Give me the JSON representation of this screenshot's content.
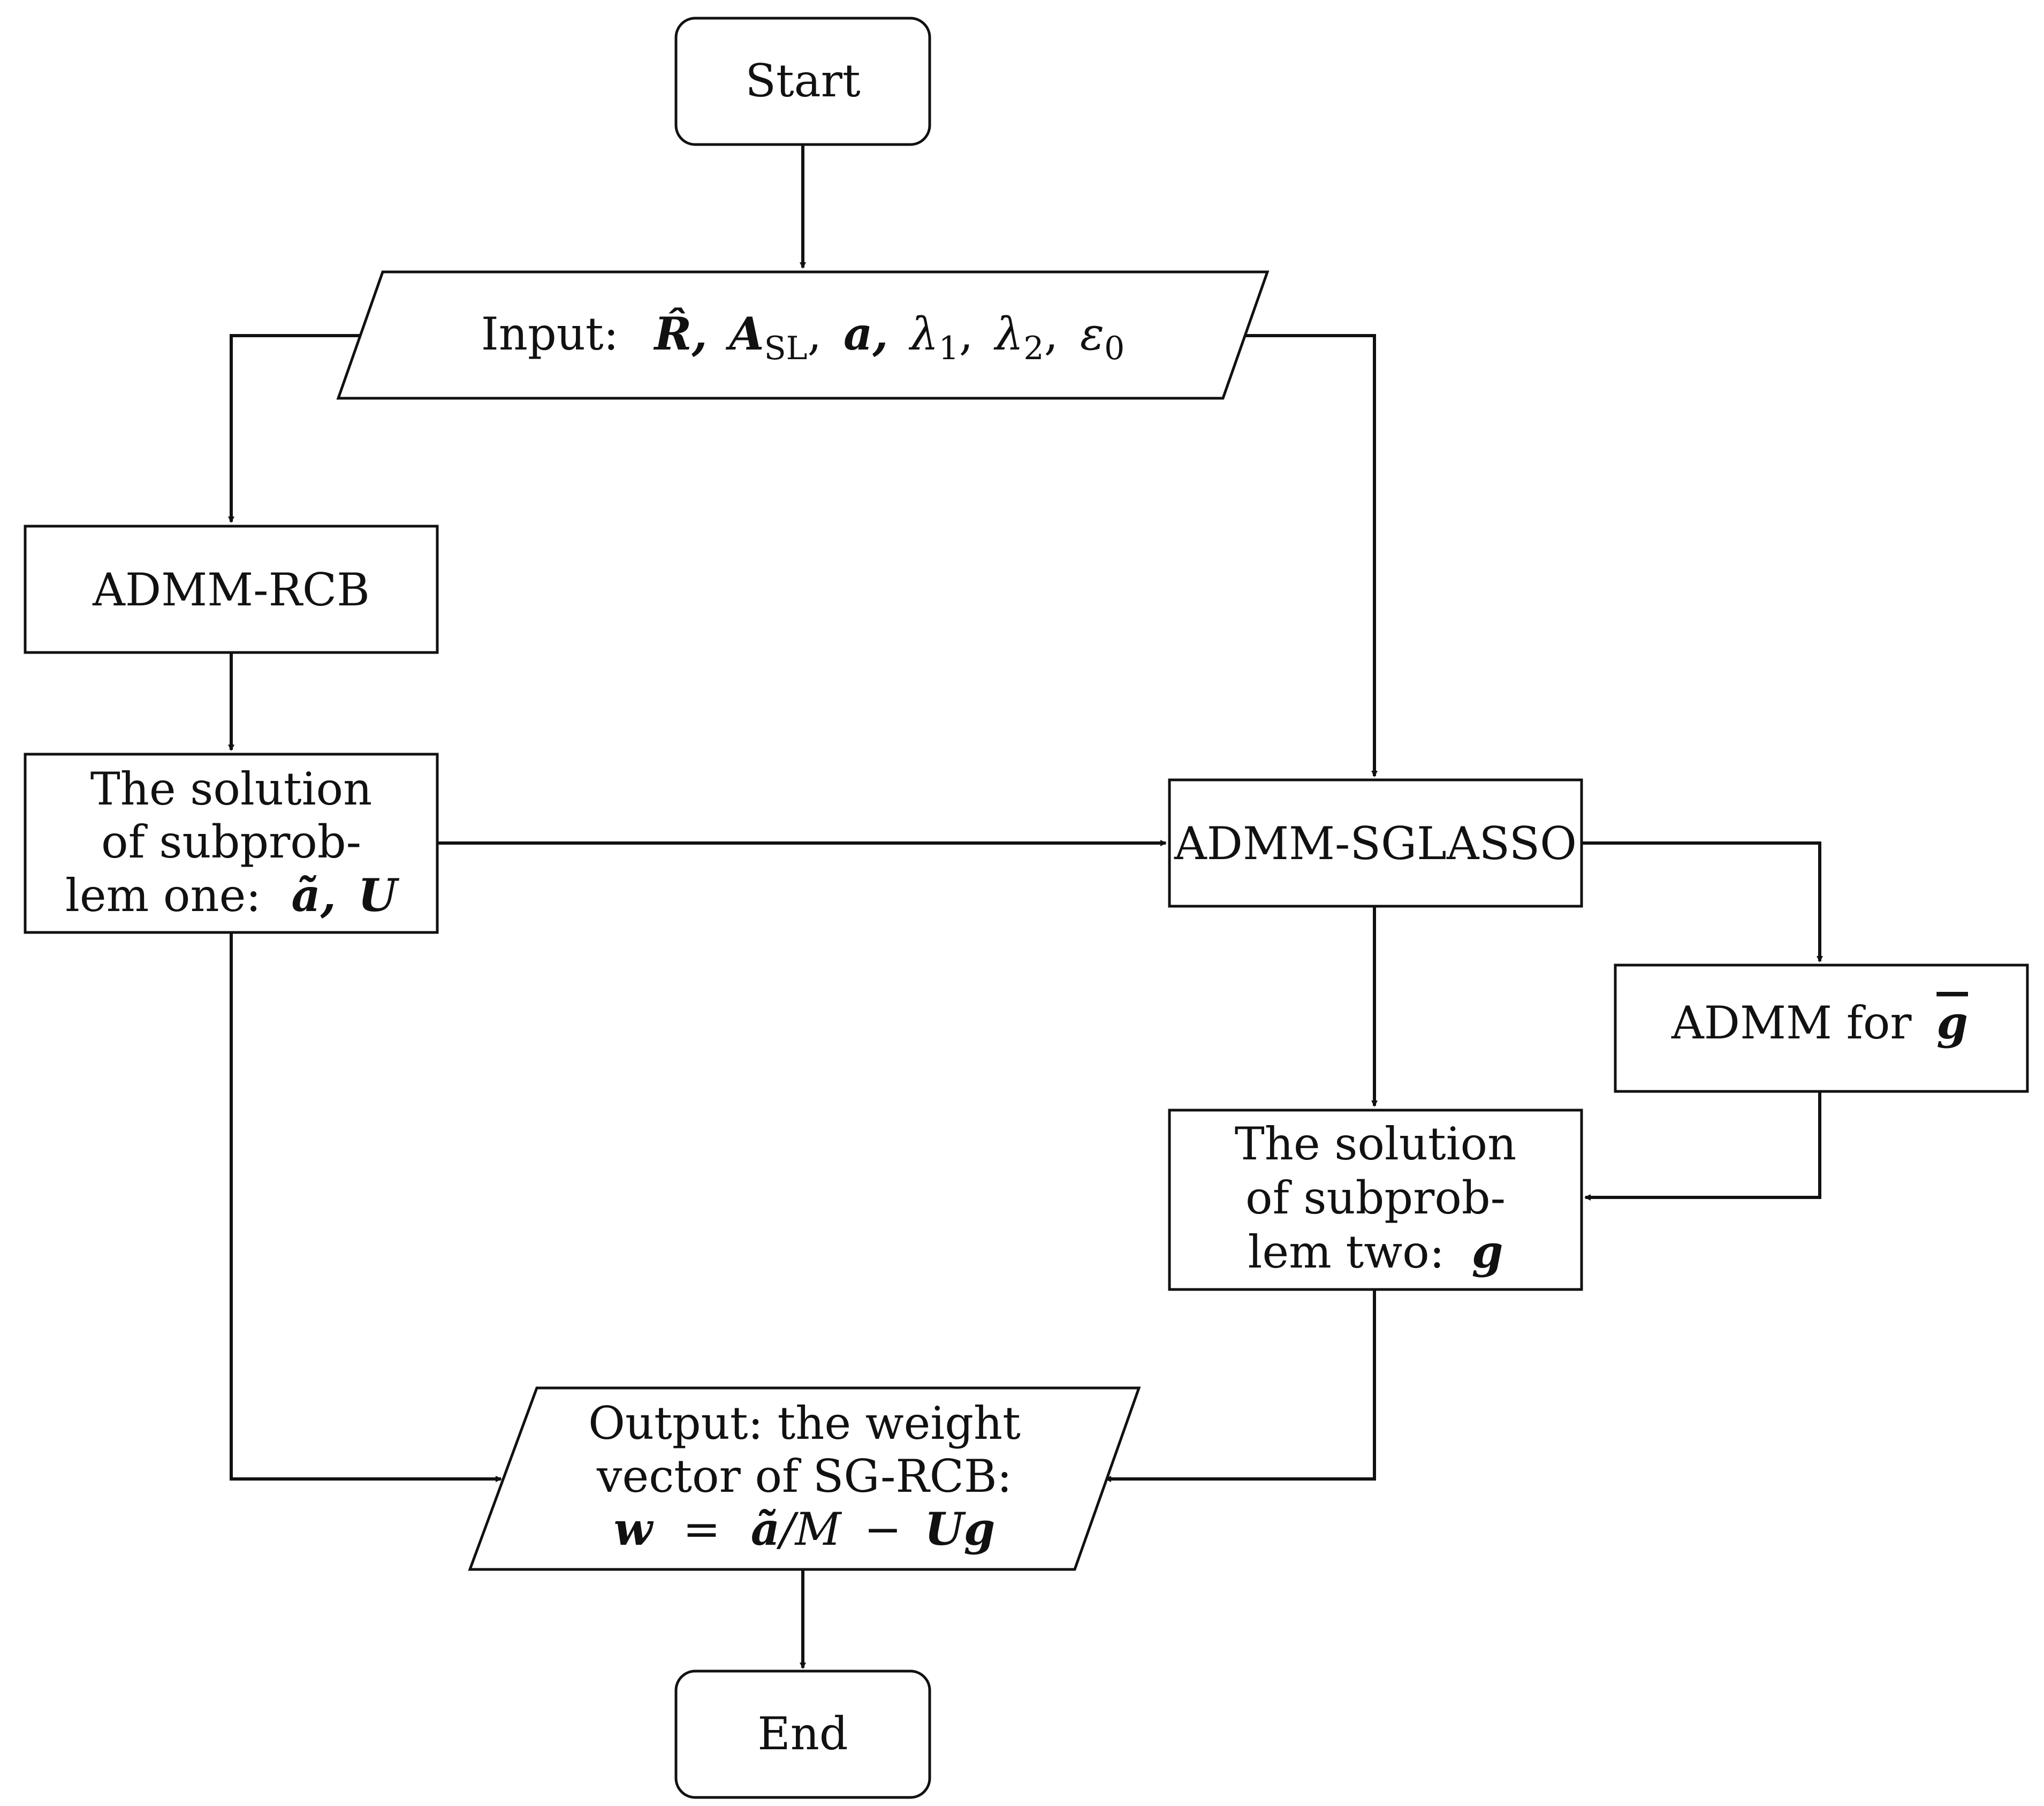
{
  "nodes": {
    "start": {
      "label": "Start"
    },
    "input": {
      "label": "Input:",
      "r_hat": "R̂",
      "a_sl": "A",
      "a_sl_sub": "SL",
      "a_vec": "a",
      "lambda1": "λ",
      "lambda1_sub": "1",
      "lambda2": "λ",
      "lambda2_sub": "2",
      "eps0": "ε",
      "eps0_sub": "0",
      "comma": ","
    },
    "admm_rcb": {
      "label": "ADMM-RCB"
    },
    "sub_one": {
      "line1": "The solution",
      "line2": "of subprob-",
      "line3": "lem one:",
      "a_tilde": "ã",
      "comma": ",",
      "u": "U"
    },
    "admm_sglasso": {
      "label": "ADMM-SGLASSO"
    },
    "admm_gbar": {
      "label": "ADMM for",
      "g_bar": "g"
    },
    "sub_two": {
      "line1": "The solution",
      "line2": "of subprob-",
      "line3": "lem two:",
      "g": "g"
    },
    "output": {
      "line1": "Output: the weight",
      "line2": "vector of SG-RCB:",
      "w": "w",
      "eq": "=",
      "a_tilde": "ã",
      "slash_m": "/M",
      "minus": "−",
      "ug": "Ug"
    },
    "end": {
      "label": "End"
    }
  }
}
